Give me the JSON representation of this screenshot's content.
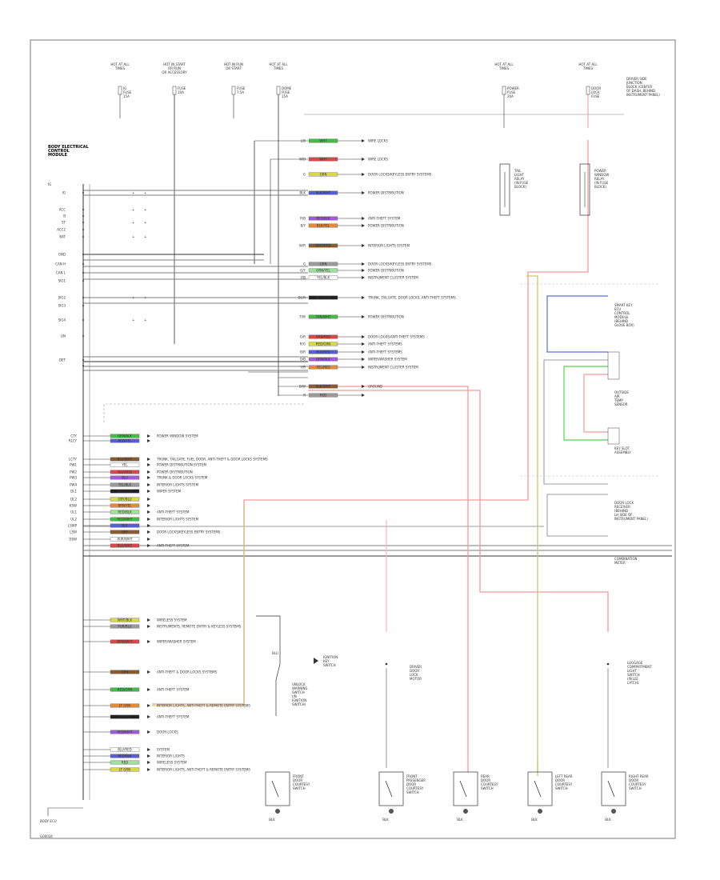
{
  "colors": {
    "frame": "#7a7a7a",
    "wire_gray": "#7d7d7d",
    "wire_dark": "#333333",
    "wire_red": "#f19a9a",
    "wire_yellow": "#d6c16a",
    "wire_blue": "#5b6fe0",
    "wire_green": "#51d451",
    "wire_pink": "#f7b5c4",
    "tag_green": "#44bb44",
    "tag_red": "#d84848",
    "tag_yellow": "#d8d84a",
    "tag_blue": "#5560d8",
    "tag_purple": "#a25ad8",
    "tag_orange": "#e28a3a",
    "tag_brown": "#8a5b2e",
    "tag_gray": "#9a9a9a",
    "tag_lightgreen": "#9be09b",
    "tag_white": "#ffffff",
    "tag_black": "#222222",
    "connector_dot": "#333333"
  },
  "page": {
    "footer_code": "G00034"
  },
  "top_sources": [
    {
      "id": "src1",
      "lines": [
        "HOT AT ALL",
        "TIMES"
      ],
      "fuse": [
        "IG",
        "FUSE",
        "15A"
      ]
    },
    {
      "id": "src2",
      "lines": [
        "HOT IN START",
        "OR RUN",
        "OR ACCESSORY"
      ],
      "fuse": [
        "FUSE",
        "10A"
      ]
    },
    {
      "id": "src3",
      "lines": [
        "HOT IN RUN",
        "OR START"
      ],
      "fuse": [
        "FUSE",
        "7.5A"
      ]
    },
    {
      "id": "src4",
      "lines": [
        "HOT AT ALL",
        "TIMES"
      ],
      "fuse": [
        "DOME",
        "FUSE",
        "15A"
      ]
    },
    {
      "id": "src5",
      "lines": [
        "HOT AT ALL",
        "TIMES"
      ],
      "fuse": [
        "POWER",
        "FUSE",
        "20A"
      ]
    },
    {
      "id": "src6",
      "lines": [
        "HOT AT ALL",
        "TIMES"
      ],
      "fuse": [
        "DOOR",
        "LOCK",
        "FUSE"
      ]
    }
  ],
  "fuse_block_note": [
    "DRIVER SIDE",
    "JUNCTION",
    "BLOCK (CENTER",
    "OF DASH, BEHIND",
    "INSTRUMENT PANEL)"
  ],
  "module_header": [
    "BODY ELECTRICAL",
    "CONTROL",
    "MODULE"
  ],
  "left_pins_upper": [
    "IG",
    "ACC",
    "B",
    "ST",
    "ACC2",
    "BAT",
    "GND",
    "CAN H",
    "CAN L",
    "SIG1",
    "SIG2",
    "SIG3",
    "SIG4",
    "LIN",
    "DET"
  ],
  "right_circuits": [
    {
      "wire": "L/B",
      "code": "WHT",
      "label": "WIRE LOCKS"
    },
    {
      "wire": "W/B",
      "code": "WHT",
      "label": "WIRE LOCKS"
    },
    {
      "wire": "G",
      "code": "GRN",
      "label": "DOOR LOCKS/KEYLESS ENTRY SYSTEMS"
    },
    {
      "wire": "BLK",
      "code": "BLK/WHT",
      "label": "POWER DISTRIBUTION"
    },
    {
      "wire": "R/B",
      "code": "RED/BLK",
      "label": "ANTI-THEFT SYSTEM"
    },
    {
      "wire": "B/Y",
      "code": "BLK/YEL",
      "label": "POWER DISTRIBUTION"
    },
    {
      "wire": "W/R",
      "code": "WHT/RED",
      "label": "INTERIOR LIGHTS SYSTEM"
    },
    {
      "wire": "G",
      "code": "GRN",
      "label": "DOOR LOCKS/KEYLESS ENTRY SYSTEMS"
    },
    {
      "wire": "G/Y",
      "code": "GRN/YEL",
      "label": "POWER DISTRIBUTION"
    },
    {
      "wire": "Y/B",
      "code": "YEL/BLK",
      "label": "INSTRUMENT CLUSTER SYSTEM"
    },
    {
      "wire": "BL/R",
      "code": "BLU/RED",
      "label": "TRUNK, TAILGATE, DOOR LOCKS, ANTI-THEFT SYSTEMS"
    },
    {
      "wire": "T/W",
      "code": "TAN/WHT",
      "label": "POWER DISTRIBUTION"
    },
    {
      "wire": "G/R",
      "code": "GRN/RED",
      "label": "DOOR LOCKS/ANTI-THEFT SYSTEMS"
    },
    {
      "wire": "R/G",
      "code": "RED/GRN",
      "label": "ANTI-THEFT SYSTEMS"
    },
    {
      "wire": "B/R",
      "code": "BLK/RED",
      "label": "ANTI-THEFT SYSTEMS"
    },
    {
      "wire": "O/B",
      "code": "ORN/BLK",
      "label": "WIPER/WASHER SYSTEM"
    },
    {
      "wire": "Y/R",
      "code": "YEL/RED",
      "label": "INSTRUMENT CLUSTER SYSTEM"
    },
    {
      "wire": "B/W",
      "code": "BLK/WHT",
      "label": "GROUND"
    },
    {
      "wire": "R",
      "code": "RED",
      "label": ""
    }
  ],
  "left_pins_lower": [
    "CTY",
    "RLCY",
    "LCTY",
    "PW1",
    "PW2",
    "PW3",
    "PW4",
    "DL1",
    "DL2",
    "KSW",
    "UL1",
    "UL2",
    "LSWP",
    "LSW",
    "DSW"
  ],
  "left_circuits": [
    {
      "code": "GRN/BLK",
      "label": "POWER WINDOW SYSTEM"
    },
    {
      "code": "RED/YEL",
      "label": ""
    },
    {
      "code": "BLU/WHT",
      "label": "TRUNK, TAILGATE, FUEL DOOR, ANTI-THEFT & DOOR LOCKS SYSTEMS"
    },
    {
      "code": "YEL",
      "label": "POWER DISTRIBUTION SYSTEM"
    },
    {
      "code": "BLU/RED",
      "label": "POWER DISTRIBUTION"
    },
    {
      "code": "BLU",
      "label": "TRUNK & DOOR LOCKS SYSTEM"
    },
    {
      "code": "YEL/BLK",
      "label": "INTERIOR LIGHTS SYSTEM"
    },
    {
      "code": "BLK/RED",
      "label": "WIPER SYSTEM"
    },
    {
      "code": "GRY/BLU",
      "label": ""
    },
    {
      "code": "BRN/YEL",
      "label": ""
    },
    {
      "code": "RED/BLK",
      "label": "ANTI-THEFT SYSTEM"
    },
    {
      "code": "RED/WHT",
      "label": "INTERIOR LIGHTS SYSTEM"
    },
    {
      "code": "BLK",
      "label": ""
    },
    {
      "code": "GRY",
      "label": "DOOR LOCKS/KEYLESS ENTRY SYSTEMS"
    },
    {
      "code": "PUR/WHT",
      "label": ""
    },
    {
      "code": "BLU/WHT",
      "label": "ANTI-THEFT SYSTEM"
    }
  ],
  "left_circuits_low": [
    {
      "code": "WHT/BLK",
      "label": "WIRELESS SYSTEM"
    },
    {
      "code": "PUR/BLU",
      "label": "INSTRUMENTS, REMOTE ENTRY & KEYLESS SYSTEMS"
    },
    {
      "code": "BRN/WHT",
      "label": "WIPER/WASHER SYSTEM"
    },
    {
      "code": "GRN",
      "label": "ANTI-THEFT & DOOR LOCKS SYSTEMS"
    },
    {
      "code": "RED/GRN",
      "label": "ANTI-THEFT SYSTEM"
    },
    {
      "code": "LT GRN",
      "label": "INTERIOR LIGHTS, ANTI-THEFT & REMOTE ENTRY SYSTEMS"
    },
    {
      "code": "GRN/BLK",
      "label": "ANTI-THEFT SYSTEM"
    },
    {
      "code": "RED/WHT",
      "label": "DOOR LOCKS"
    },
    {
      "code": "BLU/RED",
      "label": "SYSTEM"
    },
    {
      "code": "RED/BLK",
      "label": "INTERIOR LIGHTS"
    },
    {
      "code": "RED",
      "label": "WIRELESS SYSTEM"
    },
    {
      "code": "LT GRN",
      "label": "INTERIOR LIGHTS, ANTI-THEFT & REMOTE ENTRY SYSTEMS"
    }
  ],
  "right_side_components": [
    {
      "id": "relay1",
      "lines": [
        "TAIL",
        "LIGHT",
        "RELAY",
        "(IN FUSE",
        "BLOCK)"
      ]
    },
    {
      "id": "relay2",
      "lines": [
        "POWER",
        "WINDOW",
        "RELAY",
        "(IN FUSE",
        "BLOCK)"
      ]
    },
    {
      "id": "module2",
      "lines": [
        "SMART KEY",
        "ECU",
        "CONTROL",
        "MODULE",
        "(BEHIND",
        "GLOVE BOX)"
      ]
    },
    {
      "id": "sensor",
      "lines": [
        "OUTSIDE",
        "AIR",
        "TEMP",
        "SENSOR"
      ]
    },
    {
      "id": "antenna",
      "lines": [
        "KEY SLOT",
        "ASSEMBLY"
      ]
    },
    {
      "id": "receiver",
      "lines": [
        "DOOR LOCK",
        "RECEIVER",
        "(BEHIND",
        "LH SIDE OF",
        "INSTRUMENT PANEL)"
      ]
    },
    {
      "id": "sw_lamp",
      "lines": [
        "COMBINATION",
        "METER"
      ]
    }
  ],
  "bottom_switches": [
    {
      "id": "sw1",
      "lines": [
        "FRONT",
        "DOOR",
        "COURTESY",
        "SWITCH"
      ],
      "wire": "BLK"
    },
    {
      "id": "sw2",
      "lines": [
        "FRONT",
        "PASSENGER",
        "DOOR",
        "COURTESY",
        "SWITCH"
      ],
      "wire": "BLK"
    },
    {
      "id": "sw3",
      "lines": [
        "REAR",
        "DOOR",
        "COURTESY",
        "SWITCH"
      ],
      "wire": "BLK"
    },
    {
      "id": "sw4",
      "lines": [
        "LEFT REAR",
        "DOOR",
        "COURTESY",
        "SWITCH"
      ],
      "wire": "BLK"
    },
    {
      "id": "sw5",
      "lines": [
        "RIGHT REAR",
        "DOOR",
        "COURTESY",
        "SWITCH"
      ],
      "wire": "BLK"
    }
  ],
  "mid_components": [
    {
      "id": "ign_key",
      "lines": [
        "IGNITION",
        "KEY",
        "SWITCH"
      ],
      "wire": "BLU"
    },
    {
      "id": "unlock_sw",
      "lines": [
        "UNLOCK",
        "WARNING",
        "SWITCH",
        "(IN",
        "IGNITION",
        "SWITCH)"
      ]
    },
    {
      "id": "dl_motor",
      "lines": [
        "DRIVER",
        "DOOR",
        "LOCK",
        "MOTOR"
      ]
    },
    {
      "id": "lock_sw",
      "lines": [
        "LUGGAGE",
        "COMPARTMENT",
        "LIGHT",
        "SWITCH",
        "(IN LID",
        "LATCH)"
      ]
    }
  ],
  "bottom_left_label": "BODY ECU"
}
